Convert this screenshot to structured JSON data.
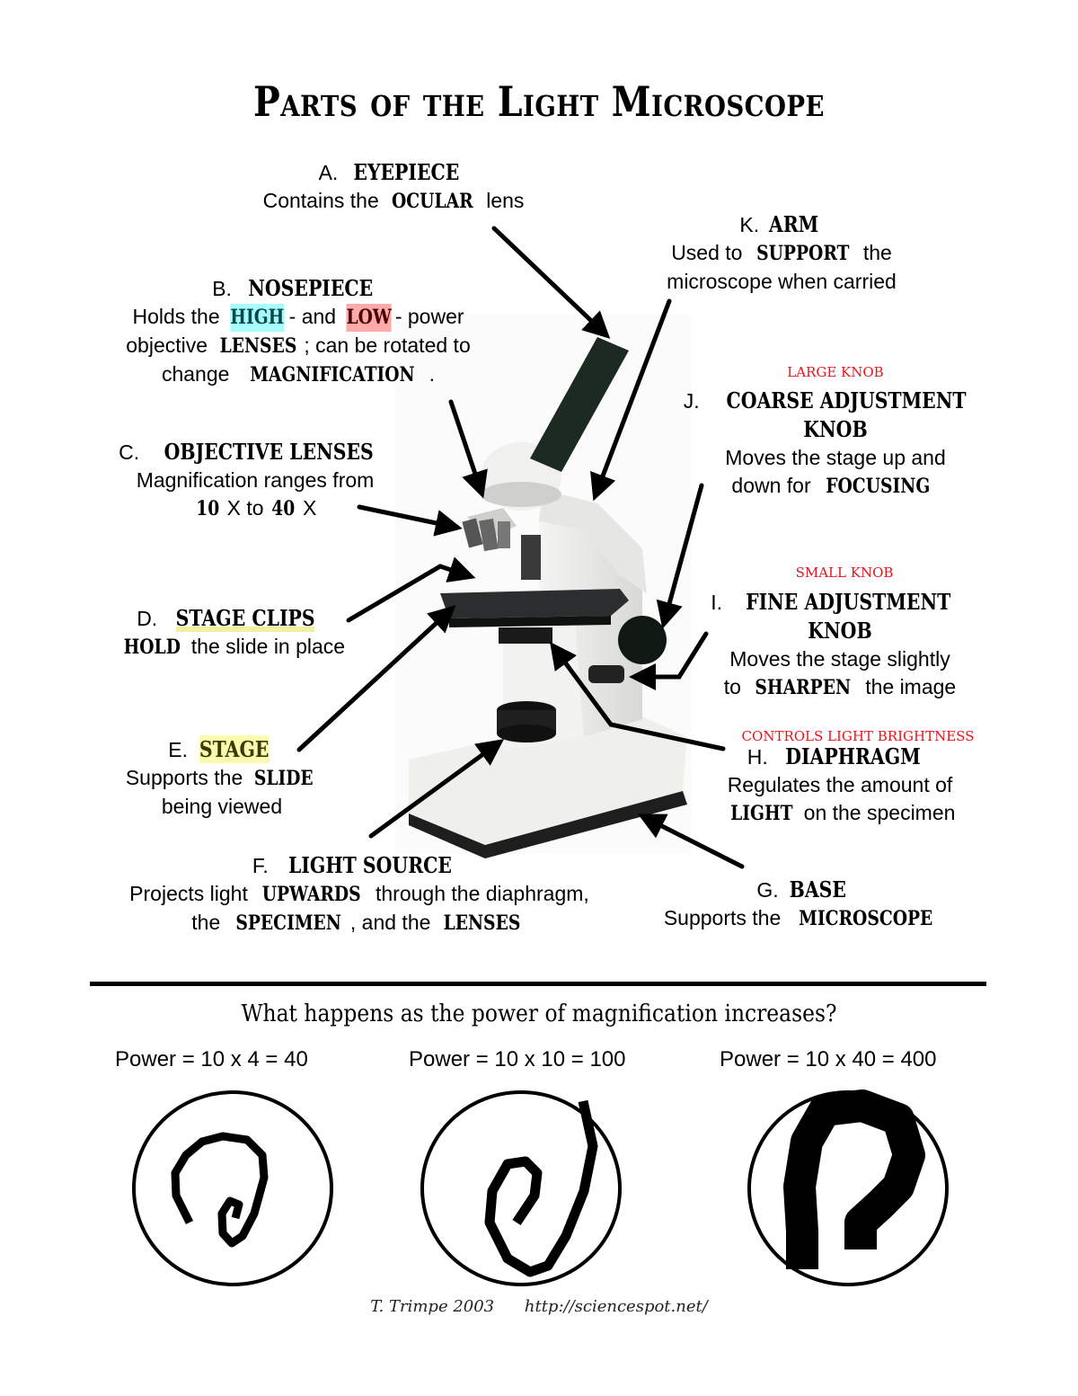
{
  "title": "Parts of the Light Microscope",
  "parts": {
    "a": {
      "letter": "A.",
      "name": "EYEPIECE",
      "desc_pre": "Contains the ",
      "desc_bold": "OCULAR",
      "desc_post": " lens"
    },
    "b": {
      "letter": "B.",
      "name": "NOSEPIECE",
      "line1_pre": "Holds the ",
      "high": "HIGH",
      "line1_mid": "- and ",
      "low": "LOW",
      "line1_post": "- power",
      "line2_pre": "objective ",
      "line2_bold": "LENSES",
      "line2_post": ";  can be rotated to",
      "line3_pre": "change ",
      "line3_bold": "MAGNIFICATION",
      "line3_post": "."
    },
    "c": {
      "letter": "C.",
      "name": "OBJECTIVE LENSES",
      "line1": "Magnification ranges from",
      "lo": "10",
      "x1": " X to ",
      "hi": "40",
      "x2": " X"
    },
    "d": {
      "letter": "D.",
      "name": "STAGE CLIPS",
      "desc_bold": "HOLD",
      "desc_post": " the slide in place"
    },
    "e": {
      "letter": "E.",
      "name": "STAGE",
      "line1_pre": "Supports the ",
      "line1_bold": "SLIDE",
      "line2": "being viewed"
    },
    "f": {
      "letter": "F.",
      "name": "LIGHT SOURCE",
      "line1_pre": "Projects light ",
      "line1_bold": "UPWARDS",
      "line1_post": " through the diaphragm,",
      "line2_pre": "the ",
      "line2_bold1": "SPECIMEN",
      "line2_mid": ", and the ",
      "line2_bold2": "LENSES"
    },
    "g": {
      "letter": "G.",
      "name": "BASE",
      "desc_pre": "Supports the ",
      "desc_bold": "MICROSCOPE"
    },
    "h": {
      "note": "CONTROLS LIGHT BRIGHTNESS",
      "letter": "H.",
      "name": "DIAPHRAGM",
      "line1": "Regulates the amount of",
      "line2_bold": "LIGHT",
      "line2_post": " on the specimen"
    },
    "i": {
      "note": "SMALL KNOB",
      "letter": "I.",
      "name1": "FINE ADJUSTMENT",
      "name2": "KNOB",
      "line1": "Moves the stage slightly",
      "line2_pre": "to ",
      "line2_bold": "SHARPEN",
      "line2_post": " the image"
    },
    "j": {
      "note": "LARGE KNOB",
      "letter": "J.",
      "name1": "COARSE ADJUSTMENT",
      "name2": "KNOB",
      "line1": "Moves the stage up and",
      "line2_pre": "down for ",
      "line2_bold": "FOCUSING"
    },
    "k": {
      "letter": "K.",
      "name": "ARM",
      "line1_pre": "Used to ",
      "line1_bold": "SUPPORT",
      "line1_post": " the",
      "line2": "microscope  when carried"
    }
  },
  "question": "What happens as the power of magnification increases?",
  "powers": [
    {
      "label": "Power = 10 x 4 = 40"
    },
    {
      "label": "Power = 10 x 10 = 100"
    },
    {
      "label": "Power = 10 x 40 = 400"
    }
  ],
  "footer": {
    "author": "T. Trimpe 2003",
    "url": "http://sciencespot.net/"
  },
  "colors": {
    "note_red": "#e8141c",
    "high_bg": "#a8fcfc",
    "low_bg": "#ffa9a9",
    "stage_bg": "#fbfbb0"
  }
}
